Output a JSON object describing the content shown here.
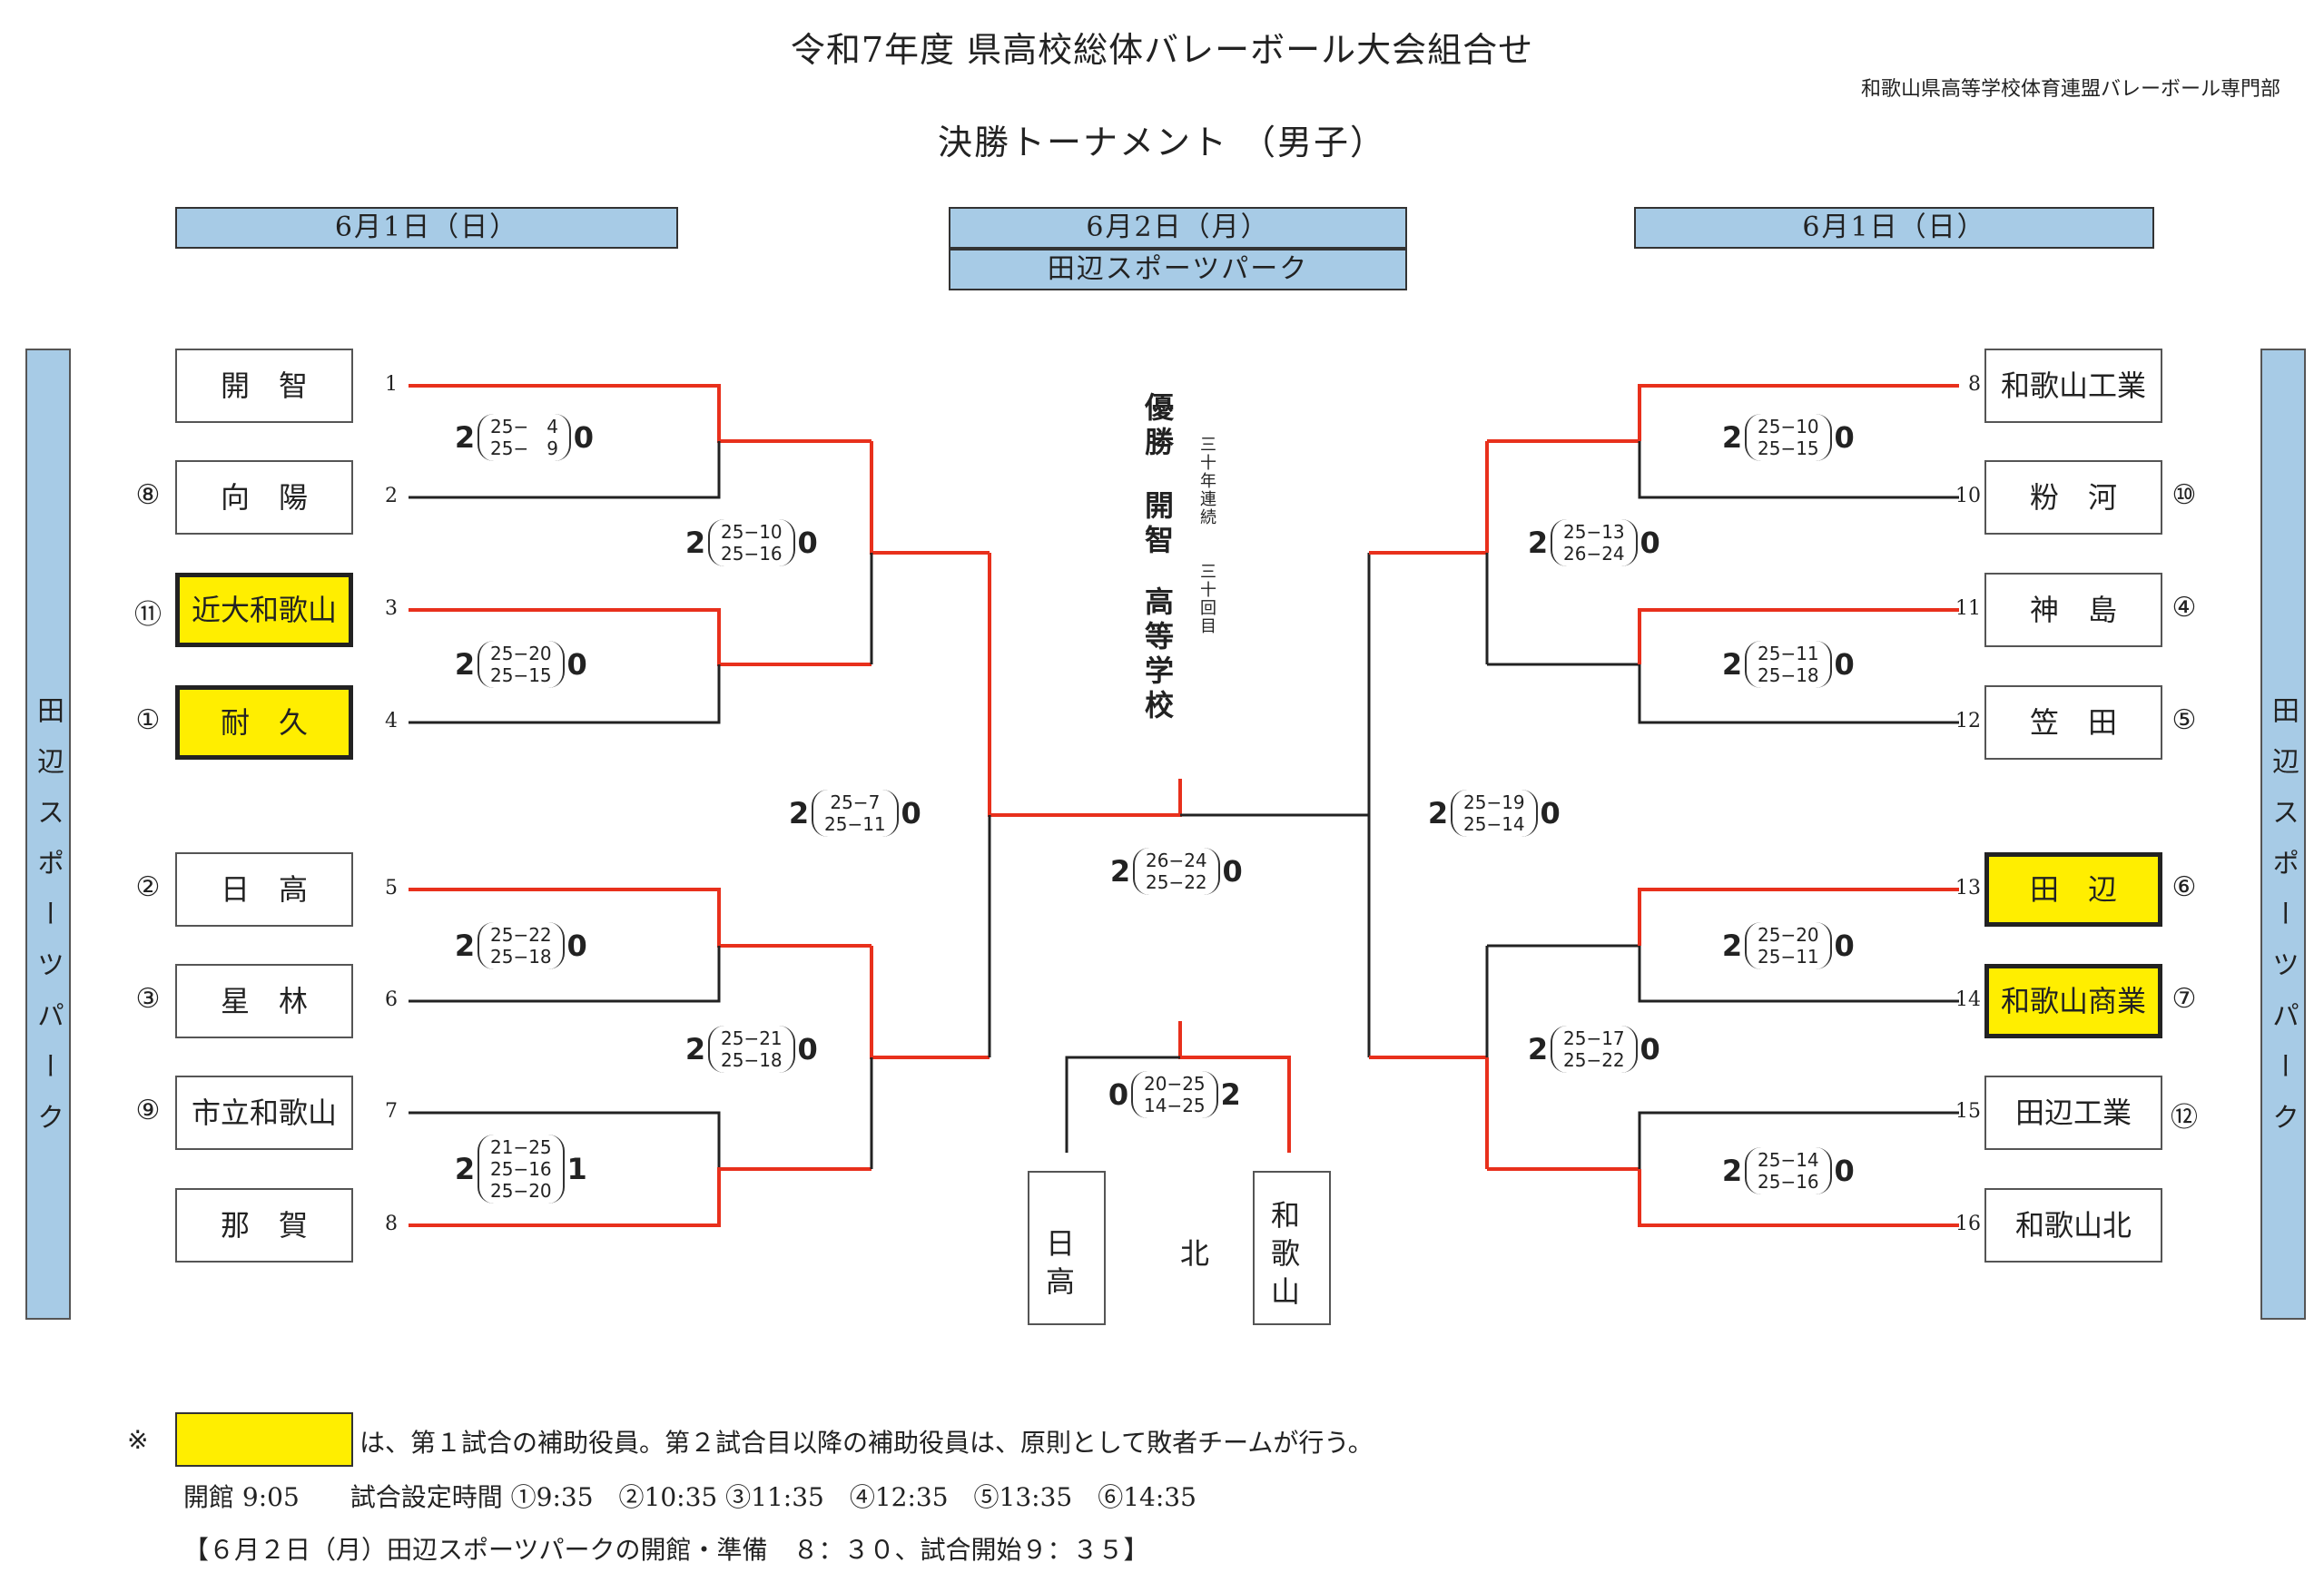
{
  "header": {
    "title": "令和7年度 県高校総体バレーボール大会組合せ",
    "organizer": "和歌山県高等学校体育連盟バレーボール専門部",
    "subtitle": "決勝トーナメント （男子）",
    "date_left": "6月1日（日）",
    "date_center": "6月2日（月）",
    "venue_center": "田辺スポーツパーク",
    "date_right": "6月1日（日）",
    "venue_left": "田辺スポーツパーク",
    "venue_right": "田辺スポーツパーク"
  },
  "left_teams": [
    {
      "num": "1",
      "seed": "",
      "name": "開　智",
      "highlight": false
    },
    {
      "num": "2",
      "seed": "⑧",
      "name": "向　陽",
      "highlight": false
    },
    {
      "num": "3",
      "seed": "⑪",
      "name": "近大和歌山",
      "highlight": true
    },
    {
      "num": "4",
      "seed": "①",
      "name": "耐　久",
      "highlight": true
    },
    {
      "num": "5",
      "seed": "②",
      "name": "日　高",
      "highlight": false
    },
    {
      "num": "6",
      "seed": "③",
      "name": "星　林",
      "highlight": false
    },
    {
      "num": "7",
      "seed": "⑨",
      "name": "市立和歌山",
      "highlight": false
    },
    {
      "num": "8",
      "seed": "",
      "name": "那　賀",
      "highlight": false
    }
  ],
  "right_teams": [
    {
      "num": "8",
      "seed": "",
      "name": "和歌山工業",
      "highlight": false
    },
    {
      "num": "10",
      "seed": "⑩",
      "name": "粉　河",
      "highlight": false
    },
    {
      "num": "11",
      "seed": "④",
      "name": "神　島",
      "highlight": false
    },
    {
      "num": "12",
      "seed": "⑤",
      "name": "笠　田",
      "highlight": false
    },
    {
      "num": "13",
      "seed": "⑥",
      "name": "田　辺",
      "highlight": true
    },
    {
      "num": "14",
      "seed": "⑦",
      "name": "和歌山商業",
      "highlight": true
    },
    {
      "num": "15",
      "seed": "⑫",
      "name": "田辺工業",
      "highlight": false
    },
    {
      "num": "16",
      "seed": "",
      "name": "和歌山北",
      "highlight": false
    }
  ],
  "scores": {
    "l_r1_a": {
      "w": "2",
      "sets": [
        "25−　4",
        "25−　9"
      ],
      "l": "0"
    },
    "l_r1_b": {
      "w": "2",
      "sets": [
        "25−20",
        "25−15"
      ],
      "l": "0"
    },
    "l_r1_c": {
      "w": "2",
      "sets": [
        "25−22",
        "25−18"
      ],
      "l": "0"
    },
    "l_r1_d": {
      "w": "2",
      "sets": [
        "21−25",
        "25−16",
        "25−20"
      ],
      "l": "1"
    },
    "l_r2_a": {
      "w": "2",
      "sets": [
        "25−10",
        "25−16"
      ],
      "l": "0"
    },
    "l_r2_b": {
      "w": "2",
      "sets": [
        "25−21",
        "25−18"
      ],
      "l": "0"
    },
    "l_sf": {
      "w": "2",
      "sets": [
        "25−7",
        "25−11"
      ],
      "l": "0"
    },
    "r_r1_a": {
      "w": "2",
      "sets": [
        "25−10",
        "25−15"
      ],
      "l": "0"
    },
    "r_r1_b": {
      "w": "2",
      "sets": [
        "25−11",
        "25−18"
      ],
      "l": "0"
    },
    "r_r1_c": {
      "w": "2",
      "sets": [
        "25−20",
        "25−11"
      ],
      "l": "0"
    },
    "r_r1_d": {
      "w": "2",
      "sets": [
        "25−14",
        "25−16"
      ],
      "l": "0"
    },
    "r_r2_a": {
      "w": "2",
      "sets": [
        "25−13",
        "26−24"
      ],
      "l": "0"
    },
    "r_r2_b": {
      "w": "2",
      "sets": [
        "25−17",
        "25−22"
      ],
      "l": "0"
    },
    "r_sf": {
      "w": "2",
      "sets": [
        "25−19",
        "25−14"
      ],
      "l": "0"
    },
    "final": {
      "w": "2",
      "sets": [
        "26−24",
        "25−22"
      ],
      "l": "0"
    },
    "third": {
      "w": "0",
      "sets": [
        "20−25",
        "14−25"
      ],
      "l": "2"
    }
  },
  "winner": {
    "label": "優勝",
    "name": "開智",
    "school": "高等学校",
    "note1": "三十年連続",
    "note2": "三十回目"
  },
  "third_place": {
    "left": "日高",
    "right": "和歌山北"
  },
  "footer": {
    "mark": "※",
    "note": "は、第１試合の補助役員。第２試合目以降の補助役員は、原則として敗者チームが行う。",
    "schedule": "開館 9:05　　試合設定時間 ①9:35　②10:35 ③11:35　④12:35　⑤13:35　⑥14:35",
    "day2": "【６月２日（月）田辺スポーツパークの開館・準備　８：３０、試合開始９：３５】"
  },
  "colors": {
    "win_line": "#e8301c",
    "line": "#222222",
    "header_fill": "#a7cbe6",
    "highlight": "#ffee00"
  }
}
